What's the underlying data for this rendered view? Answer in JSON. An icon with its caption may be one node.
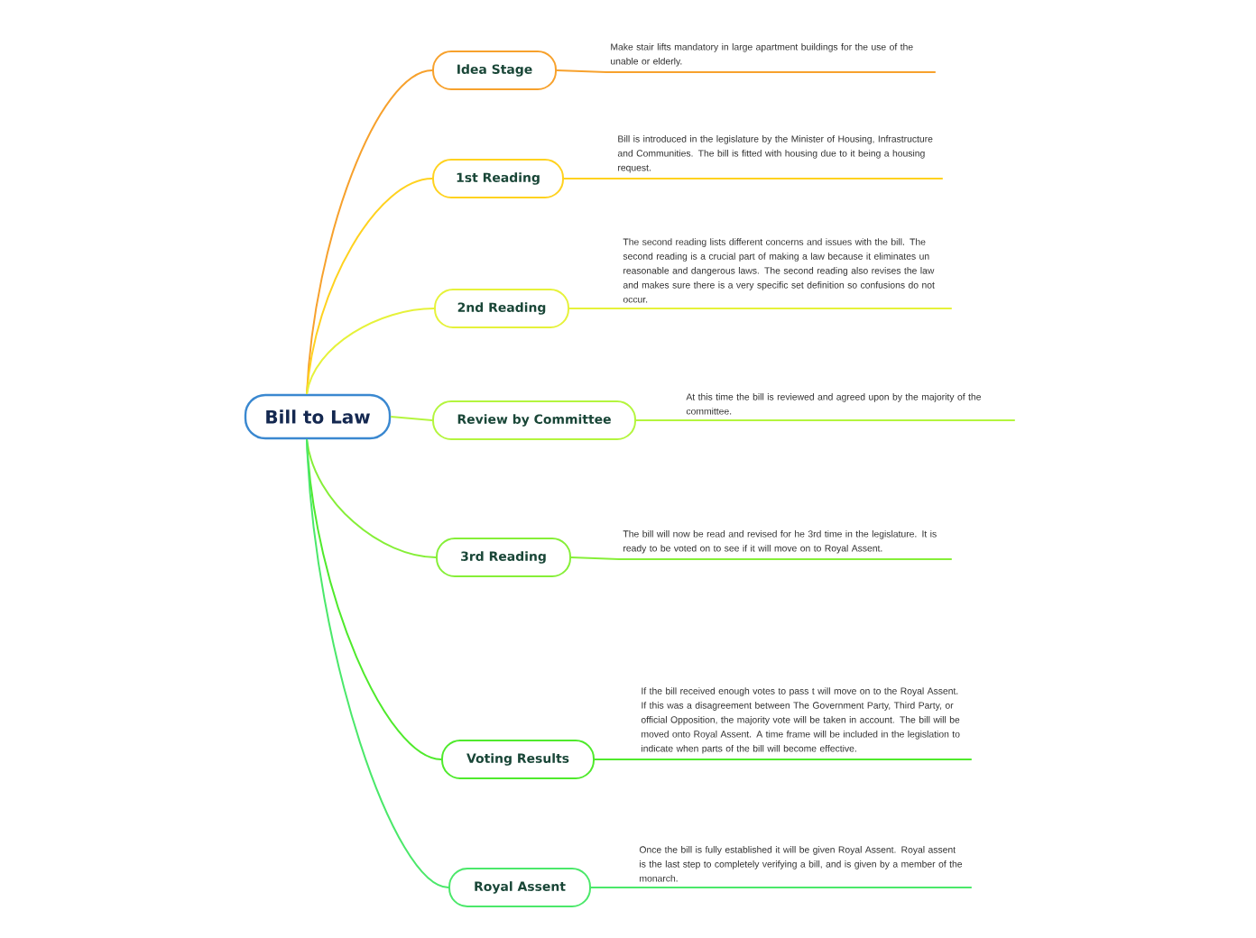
{
  "diagram": {
    "nodes": [
      {
        "text": [
          "Bill to Law"
        ]
      },
      {
        "text": [
          "Idea Stage"
        ]
      },
      {
        "text": [
          "1st Reading"
        ]
      },
      {
        "text": [
          "2nd Reading"
        ]
      },
      {
        "text": [
          "Review by Committee"
        ]
      },
      {
        "text": [
          "3rd Reading"
        ]
      },
      {
        "text": [
          "Voting Results"
        ]
      },
      {
        "text": [
          "Royal Assent"
        ]
      },
      {
        "text": [
          "Make stair lifts mandatory in large apartment  buildings for the use of the unable or elderly."
        ]
      },
      {
        "text": [
          "Bill is introduced in the legislature by the Minister of Housing, Infrastructure and Communities. The bill is fitted with housing due to it being a housing request."
        ]
      },
      {
        "text": [
          "The second reading lists different concerns and issues with the bill. The second reading is a crucial part of making a law because it eliminates un reasonable and dangerous laws. The second reading also revises the law and makes sure there is a very specific set definition  so confusions do not occur."
        ]
      },
      {
        "text": [
          "At this time the bill is reviewed and agreed upon by the majority of the committee."
        ]
      },
      {
        "text": [
          "The bill will now be read and revised for he 3rd time in the legislature. It is ready to be voted on to see if it will move on to Royal Assent."
        ]
      },
      {
        "text": [
          "If the bill received enough votes to pass t will move on to the Royal Assent. If this was a disagreement between The Government Party, Third Party, or official Opposition, the majority vote will be taken in account. The bill will be moved onto Royal Assent. A time frame will be included in the legislation to indicate when parts of the bill will become effective."
        ]
      },
      {
        "text": [
          "Once the bill is fully established it will be given Royal Assent. Royal assent is the last step to completely verifying a bill, and is given by a member of the monarch."
        ]
      }
    ],
    "edges": [
      {
        "from": 0,
        "to": 1,
        "arrow": "none",
        "color": "#f7a12c"
      },
      {
        "from": 0,
        "to": 2,
        "arrow": "none",
        "color": "#ffd21f"
      },
      {
        "from": 0,
        "to": 3,
        "arrow": "none",
        "color": "#e6f23a"
      },
      {
        "from": 0,
        "to": 4,
        "arrow": "none",
        "color": "#b4f53e"
      },
      {
        "from": 0,
        "to": 5,
        "arrow": "none",
        "color": "#86ef38"
      },
      {
        "from": 0,
        "to": 6,
        "arrow": "none",
        "color": "#4fea2c"
      },
      {
        "from": 0,
        "to": 7,
        "arrow": "none",
        "color": "#4be86a"
      },
      {
        "from": 1,
        "to": 8,
        "arrow": "none",
        "color": "#f7a12c"
      },
      {
        "from": 2,
        "to": 9,
        "arrow": "none",
        "color": "#ffd21f"
      },
      {
        "from": 3,
        "to": 10,
        "arrow": "none",
        "color": "#e6f23a"
      },
      {
        "from": 4,
        "to": 11,
        "arrow": "none",
        "color": "#b4f53e"
      },
      {
        "from": 5,
        "to": 12,
        "arrow": "none",
        "color": "#86ef38"
      },
      {
        "from": 6,
        "to": 13,
        "arrow": "none",
        "color": "#4fea2c"
      },
      {
        "from": 7,
        "to": 14,
        "arrow": "none",
        "color": "#4be86a"
      }
    ]
  }
}
